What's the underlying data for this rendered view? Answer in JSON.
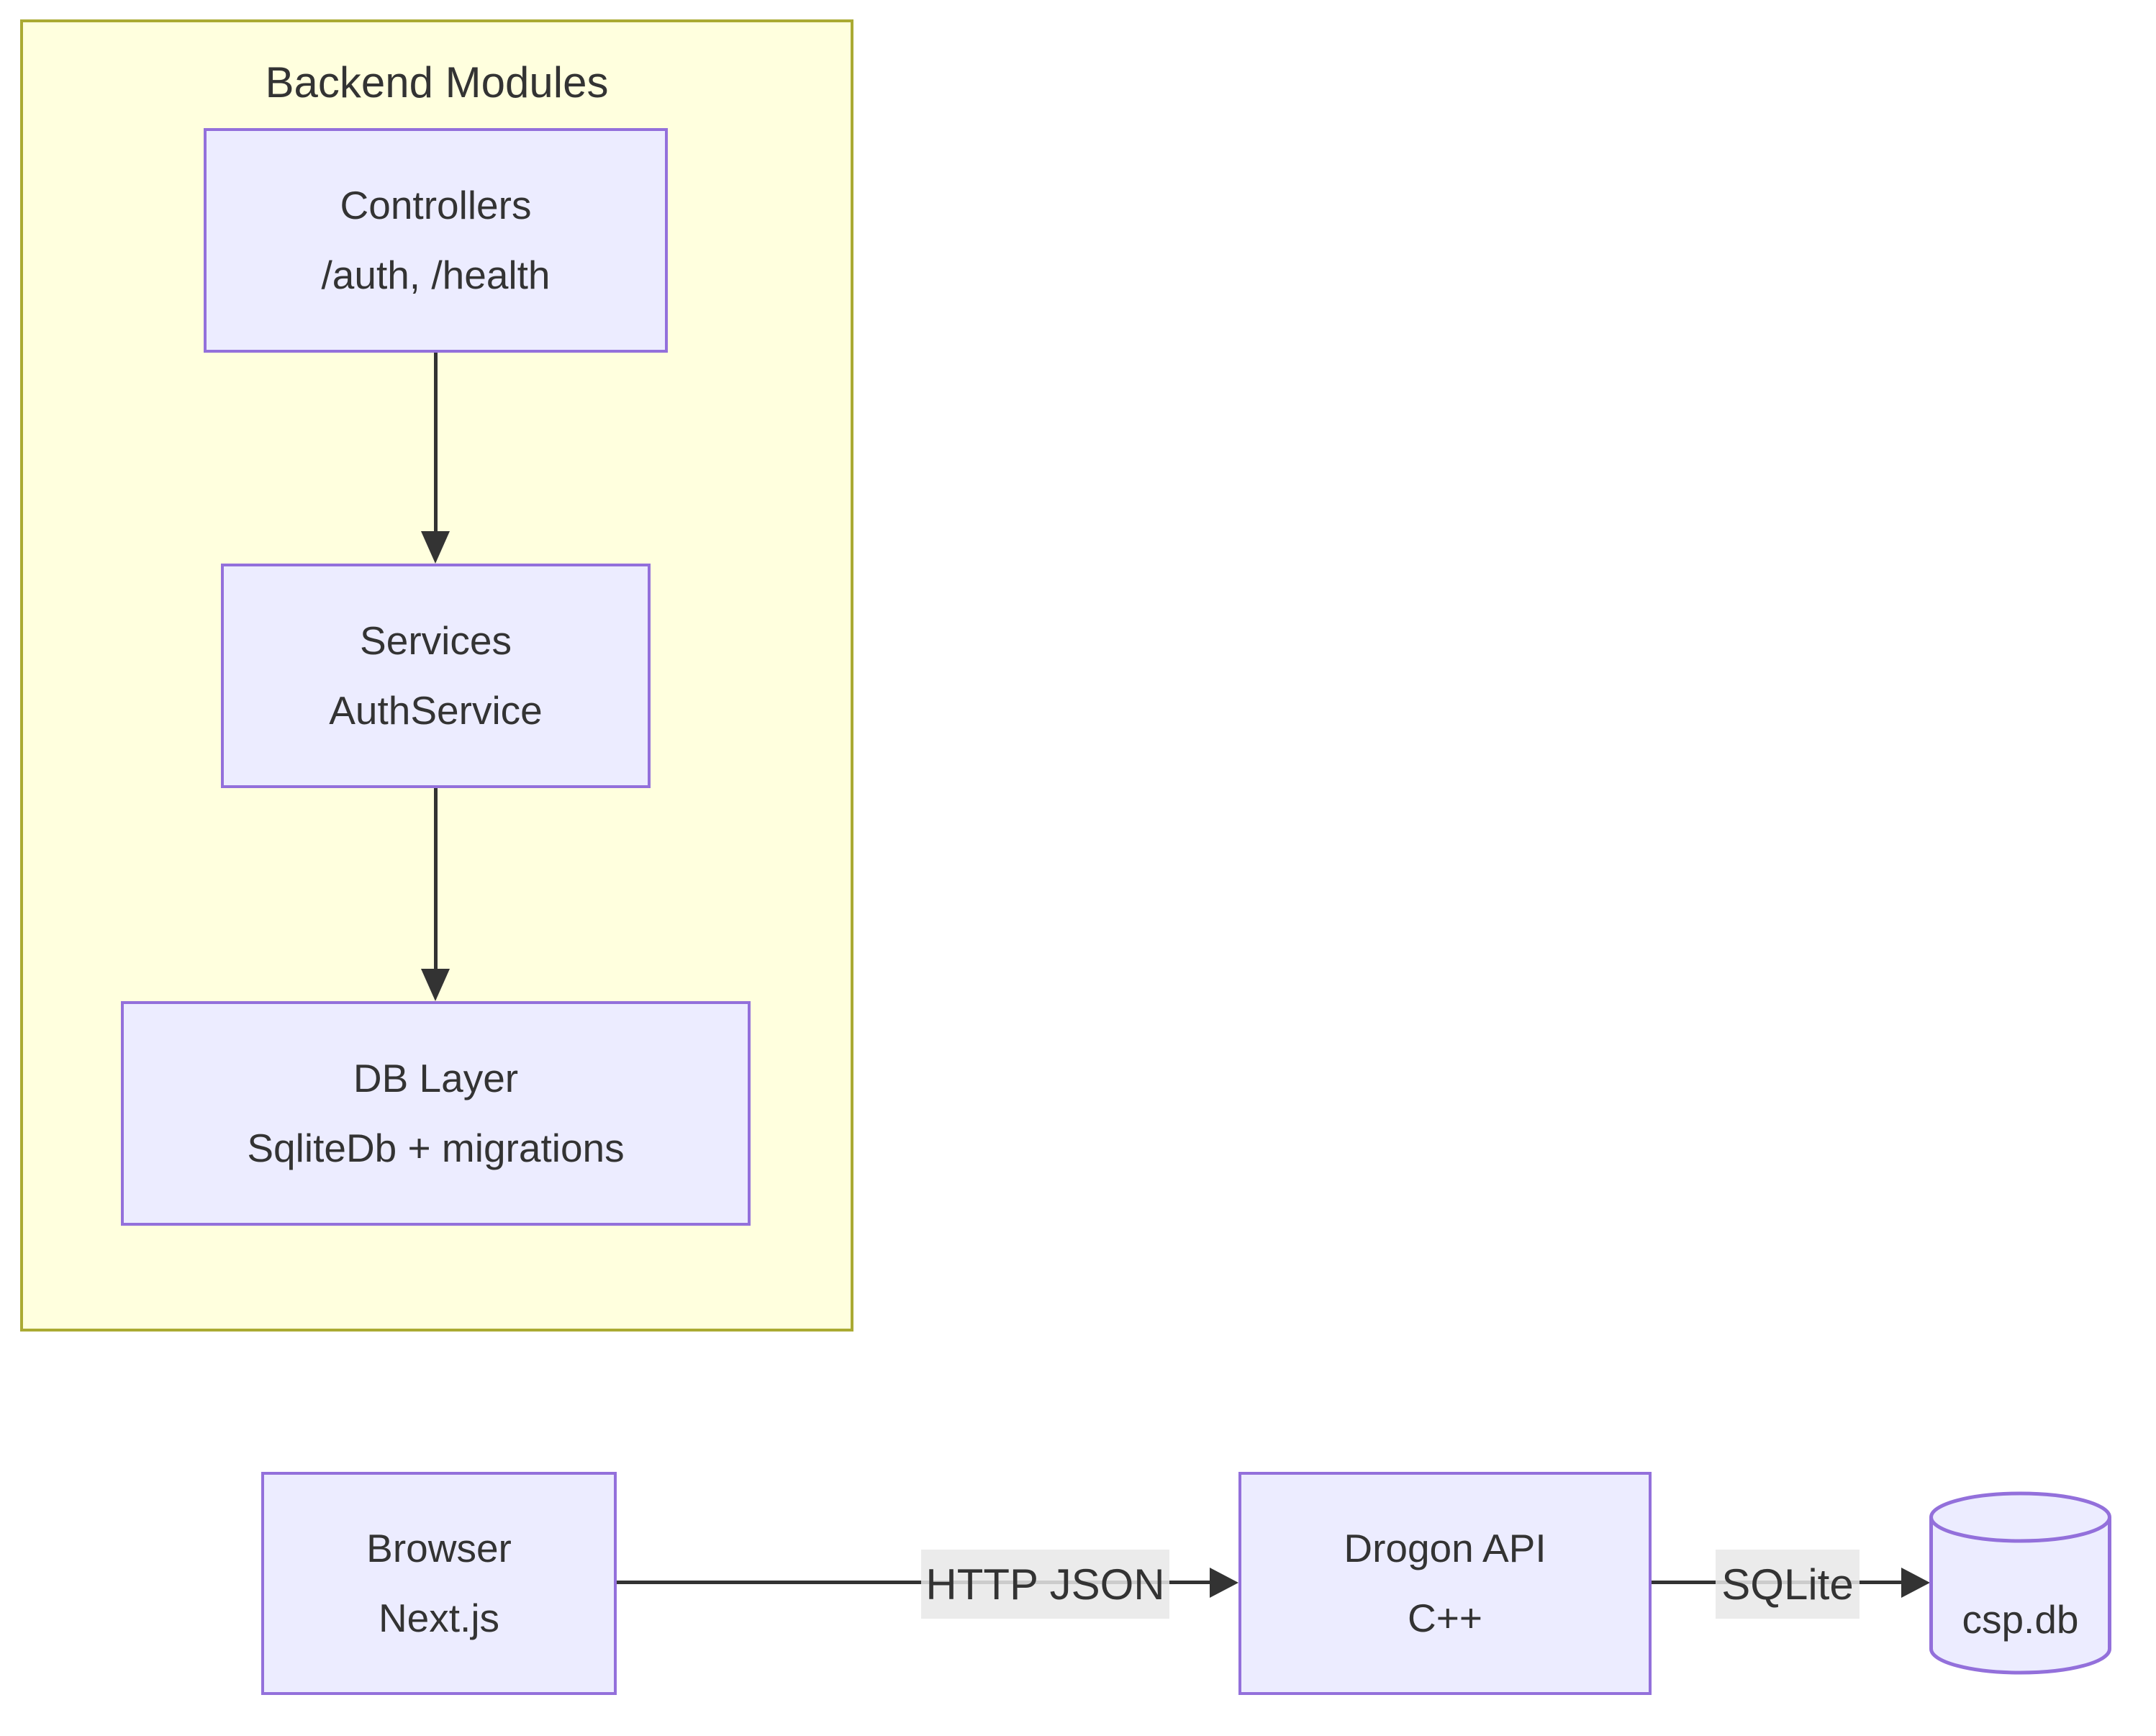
{
  "diagram": {
    "type": "flowchart",
    "cluster": {
      "title": "Backend Modules"
    },
    "nodes": {
      "controllers": {
        "line1": "Controllers",
        "line2": "/auth, /health"
      },
      "services": {
        "line1": "Services",
        "line2": "AuthService"
      },
      "db_layer": {
        "line1": "DB Layer",
        "line2": "SqliteDb + migrations"
      },
      "browser": {
        "line1": "Browser",
        "line2": "Next.js"
      },
      "drogon": {
        "line1": "Drogon API",
        "line2": "C++"
      },
      "database": {
        "label": "csp.db",
        "shape": "cylinder"
      }
    },
    "edges": [
      {
        "from": "Controllers",
        "to": "Services",
        "label": ""
      },
      {
        "from": "Services",
        "to": "DB Layer",
        "label": ""
      },
      {
        "from": "Browser",
        "to": "Drogon API",
        "label": "HTTP JSON"
      },
      {
        "from": "Drogon API",
        "to": "csp.db",
        "label": "SQLite"
      }
    ],
    "colors": {
      "node_fill": "#ECECFF",
      "node_border": "#9370DB",
      "cluster_fill": "#ffffde",
      "cluster_border": "#aaaa33",
      "edge_line": "#333333",
      "edge_label_bg": "#e8e8e8",
      "text": "#333333",
      "page_background": "#ffffff"
    }
  }
}
